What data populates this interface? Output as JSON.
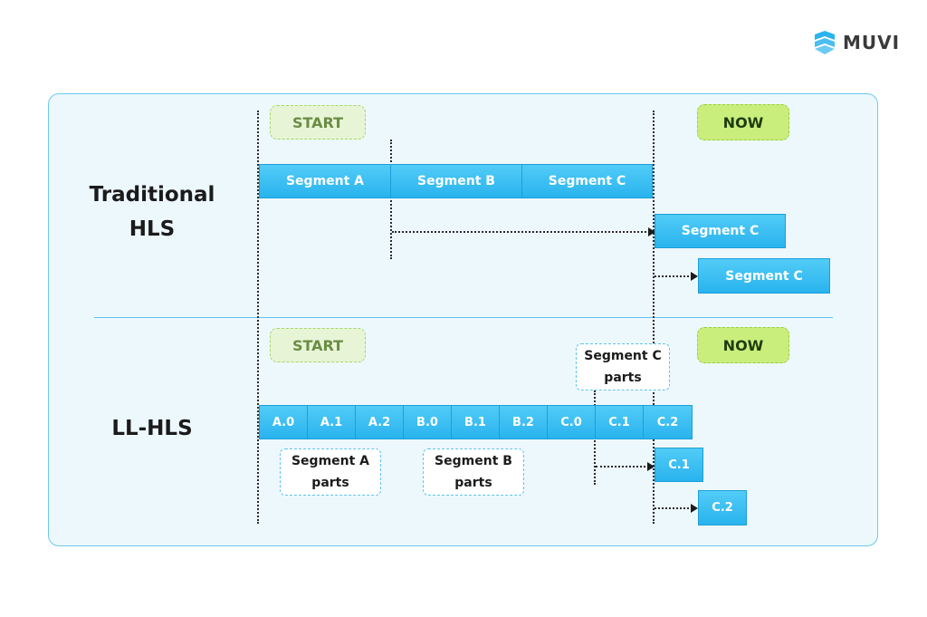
{
  "logo": {
    "text": "MUVI",
    "icon": "muvi-logo-icon",
    "color": "#2bb3ee"
  },
  "traditional": {
    "title": "Traditional\nHLS",
    "start_label": "START",
    "now_label": "NOW",
    "segments": [
      "Segment A",
      "Segment B",
      "Segment C"
    ],
    "delivered": [
      "Segment C",
      "Segment C"
    ]
  },
  "ll_hls": {
    "title": "LL-HLS",
    "start_label": "START",
    "now_label": "NOW",
    "parts": [
      "A.0",
      "A.1",
      "A.2",
      "B.0",
      "B.1",
      "B.2",
      "C.0",
      "C.1",
      "C.2"
    ],
    "delivered": [
      "C.1",
      "C.2"
    ],
    "labels": {
      "segment_a_parts": "Segment A\nparts",
      "segment_b_parts": "Segment B\nparts",
      "segment_c_parts": "Segment C\nparts"
    }
  },
  "colors": {
    "segment_fill": "#2bb3ee",
    "panel_bg": "#edf8fd",
    "panel_border": "#6cc8ee",
    "start_fill": "#e7f5d6",
    "now_fill": "#c9ee7c"
  }
}
